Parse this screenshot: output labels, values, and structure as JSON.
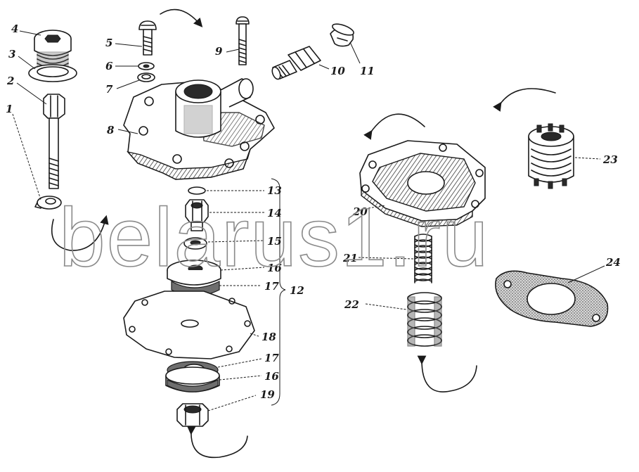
{
  "callouts": {
    "c1": "1",
    "c2": "2",
    "c3": "3",
    "c4": "4",
    "c5": "5",
    "c6": "6",
    "c7": "7",
    "c8": "8",
    "c9": "9",
    "c10": "10",
    "c11": "11",
    "c12": "12",
    "c13": "13",
    "c14": "14",
    "c15": "15",
    "c16a": "16",
    "c16b": "16",
    "c17a": "17",
    "c17b": "17",
    "c18": "18",
    "c19": "19",
    "c20": "20",
    "c21": "21",
    "c22": "22",
    "c23": "23",
    "c24": "24"
  },
  "watermark": "belarus1.ru",
  "colors": {
    "ink": "#1a1a1a",
    "watermark": "#8a8a8a",
    "paper": "#ffffff"
  }
}
